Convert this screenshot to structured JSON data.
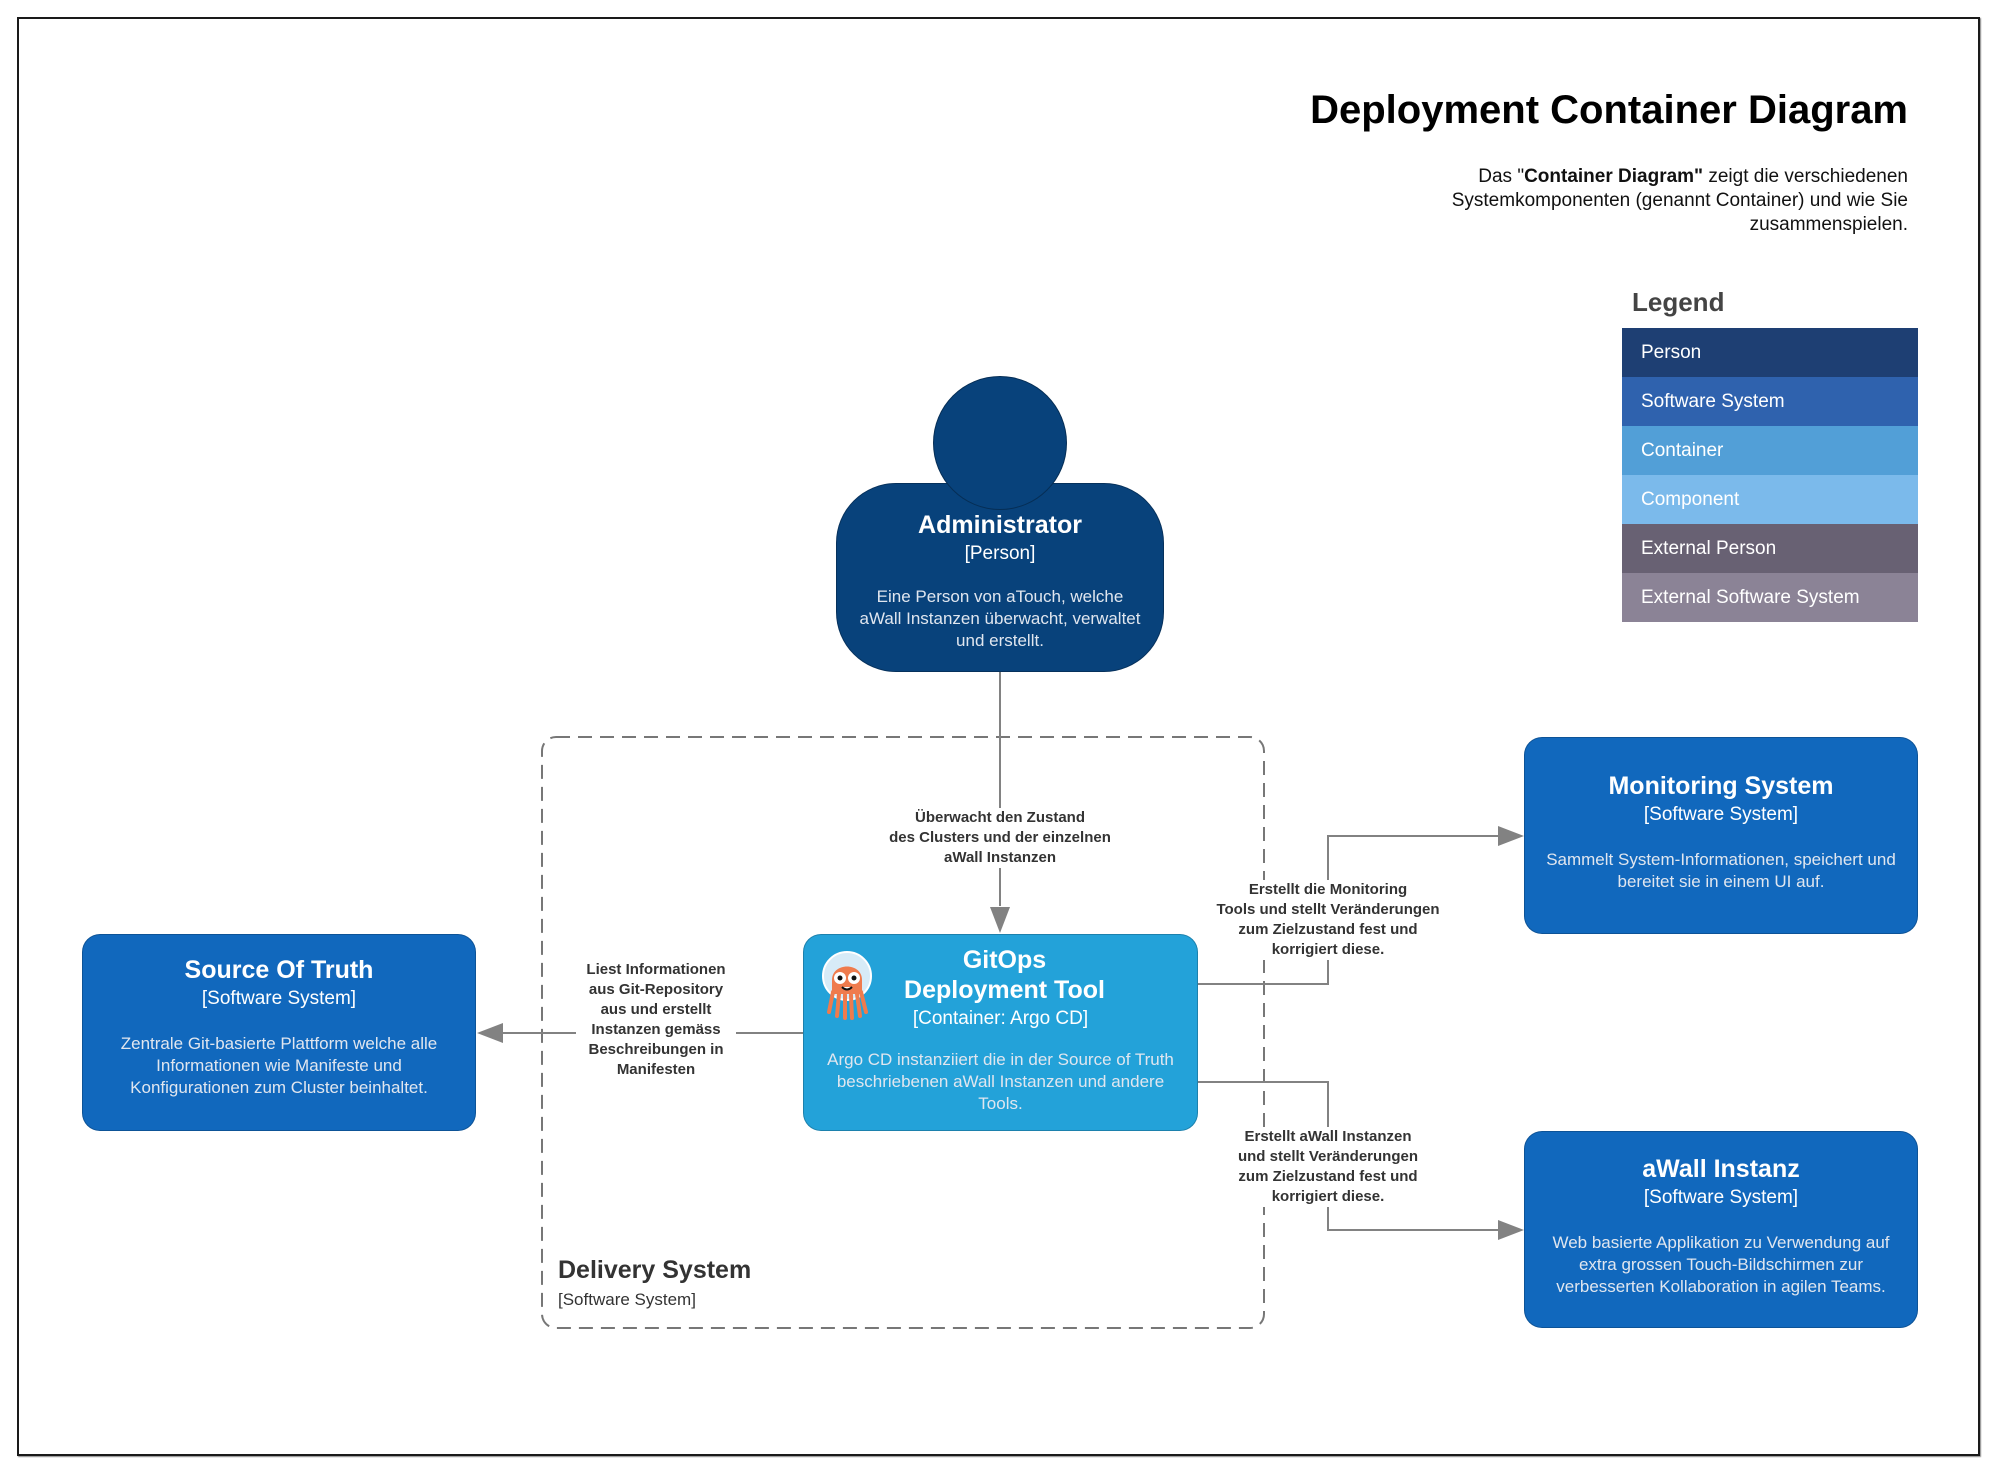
{
  "diagram": {
    "title": "Deployment Container Diagram",
    "subtitle": {
      "prefix": "Das \"",
      "bold": "Container Diagram\"",
      "suffix": " zeigt die verschiedenen Systemkomponenten (genannt Container) und wie Sie zusammenspielen."
    }
  },
  "legend": {
    "title": "Legend",
    "items": [
      {
        "label": "Person",
        "color": "#1e3f73"
      },
      {
        "label": "Software System",
        "color": "#2f62ae"
      },
      {
        "label": "Container",
        "color": "#529fd7"
      },
      {
        "label": "Component",
        "color": "#7bbaeb"
      },
      {
        "label": "External Person",
        "color": "#686173"
      },
      {
        "label": "External Software System",
        "color": "#8b8396"
      }
    ]
  },
  "colors": {
    "person": "#08427b",
    "software_system": "#1168bd",
    "container": "#23a2d9",
    "relationship": "#828282"
  },
  "nodes": {
    "administrator": {
      "name": "Administrator",
      "type": "[Person]",
      "description": "Eine Person von aTouch, welche aWall Instanzen überwacht, verwaltet und erstellt."
    },
    "gitops": {
      "name_line1": "GitOps",
      "name_line2": "Deployment Tool",
      "type": "[Container: Argo CD]",
      "description": "Argo CD instanziiert die in der Source of Truth beschriebenen aWall Instanzen und andere Tools.",
      "icon": "argo-cd-octopus-icon"
    },
    "source_of_truth": {
      "name": "Source Of Truth",
      "type": "[Software System]",
      "description": "Zentrale Git-basierte Plattform welche alle Informationen wie Manifeste und Konfigurationen zum Cluster beinhaltet."
    },
    "monitoring": {
      "name": "Monitoring System",
      "type": "[Software System]",
      "description": "Sammelt System-Informationen, speichert und bereitet sie in einem UI auf."
    },
    "awall": {
      "name": "aWall Instanz",
      "type": "[Software System]",
      "description": "Web basierte Applikation zu Verwendung auf extra grossen Touch-Bildschirmen zur verbesserten Kollaboration in agilen Teams."
    }
  },
  "boundary": {
    "name": "Delivery System",
    "type": "[Software System]"
  },
  "relationships": [
    {
      "from": "Administrator",
      "to": "GitOps Deployment Tool",
      "lines": [
        "Überwacht den Zustand",
        "des Clusters und der einzelnen",
        "aWall Instanzen"
      ]
    },
    {
      "from": "GitOps Deployment Tool",
      "to": "Source Of Truth",
      "lines": [
        "Liest Informationen",
        "aus Git-Repository",
        "aus und erstellt",
        "Instanzen gemäss",
        "Beschreibungen in",
        "Manifesten"
      ]
    },
    {
      "from": "GitOps Deployment Tool",
      "to": "Monitoring System",
      "lines": [
        "Erstellt die Monitoring",
        "Tools und stellt Veränderungen",
        "zum Zielzustand fest und",
        "korrigiert diese."
      ]
    },
    {
      "from": "GitOps Deployment Tool",
      "to": "aWall Instanz",
      "lines": [
        "Erstellt aWall Instanzen",
        "und stellt Veränderungen",
        "zum Zielzustand fest und",
        "korrigiert diese."
      ]
    }
  ]
}
